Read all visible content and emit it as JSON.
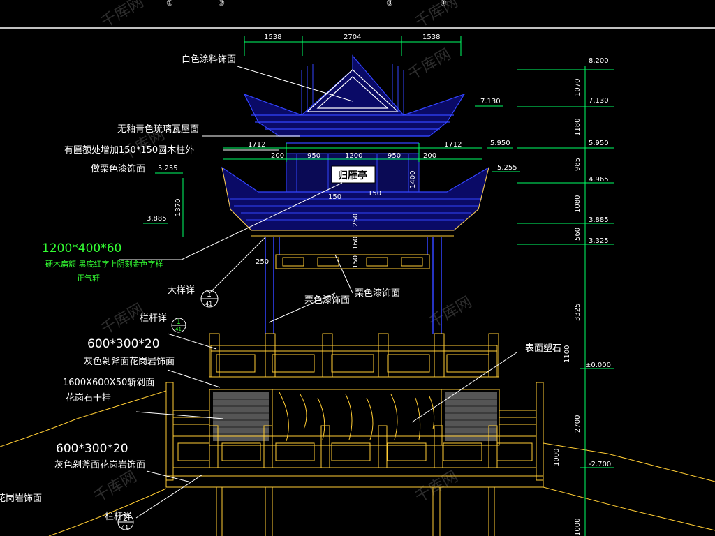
{
  "grid_labels": [
    "①",
    "②",
    "③",
    "④"
  ],
  "top_dims": [
    "1538",
    "2704",
    "1538"
  ],
  "mid_dims": [
    "1712",
    "1712",
    "200",
    "950",
    "1200",
    "950",
    "200"
  ],
  "misc_dims": [
    "150",
    "150",
    "250",
    "1370",
    "250",
    "160",
    "150",
    "1400"
  ],
  "left_levels": [
    "5.255",
    "3.885"
  ],
  "inner_levels": [
    "7.130",
    "5.950",
    "5.255"
  ],
  "right_levels": [
    "8.200",
    "7.130",
    "5.950",
    "4.965",
    "3.885",
    "3.325",
    "±0.000",
    "-2.700"
  ],
  "right_dims": [
    "1070",
    "1180",
    "985",
    "1080",
    "560",
    "3325",
    "1100",
    "2700",
    "1000",
    "1000"
  ],
  "plaque_text": "归雁亭",
  "annotations": {
    "roof_paint": "白色涂料饰面",
    "roof_tile": "无釉青色琉璃瓦屋面",
    "column": "有匾额处增加150*150圆木柱外",
    "column2": "做栗色漆饰面",
    "board_size": "1200*400*60",
    "board_desc": "硬木扁额  黑底红字上阴刻金色字样",
    "board_name": "正气轩",
    "detail": "大样详",
    "paint1": "栗色漆饰面",
    "paint2": "栗色漆饰面",
    "railing": "栏杆详",
    "granite1_size": "600*300*20",
    "granite1": "灰色剁斧面花岗岩饰面",
    "granite2_size": "1600X600X50斩剁面",
    "granite2": "花岗石干挂",
    "surface": "表面塑石",
    "granite3_size": "600*300*20",
    "granite3": "灰色剁斧面花岗岩饰面",
    "granite4": "花岗岩饰面",
    "railing2": "栏杆详"
  },
  "detail_marks": [
    {
      "num": "1",
      "sheet": "41"
    },
    {
      "num": "1",
      "sheet": "41"
    },
    {
      "num": "2",
      "sheet": "41"
    }
  ],
  "watermark": "千库网"
}
